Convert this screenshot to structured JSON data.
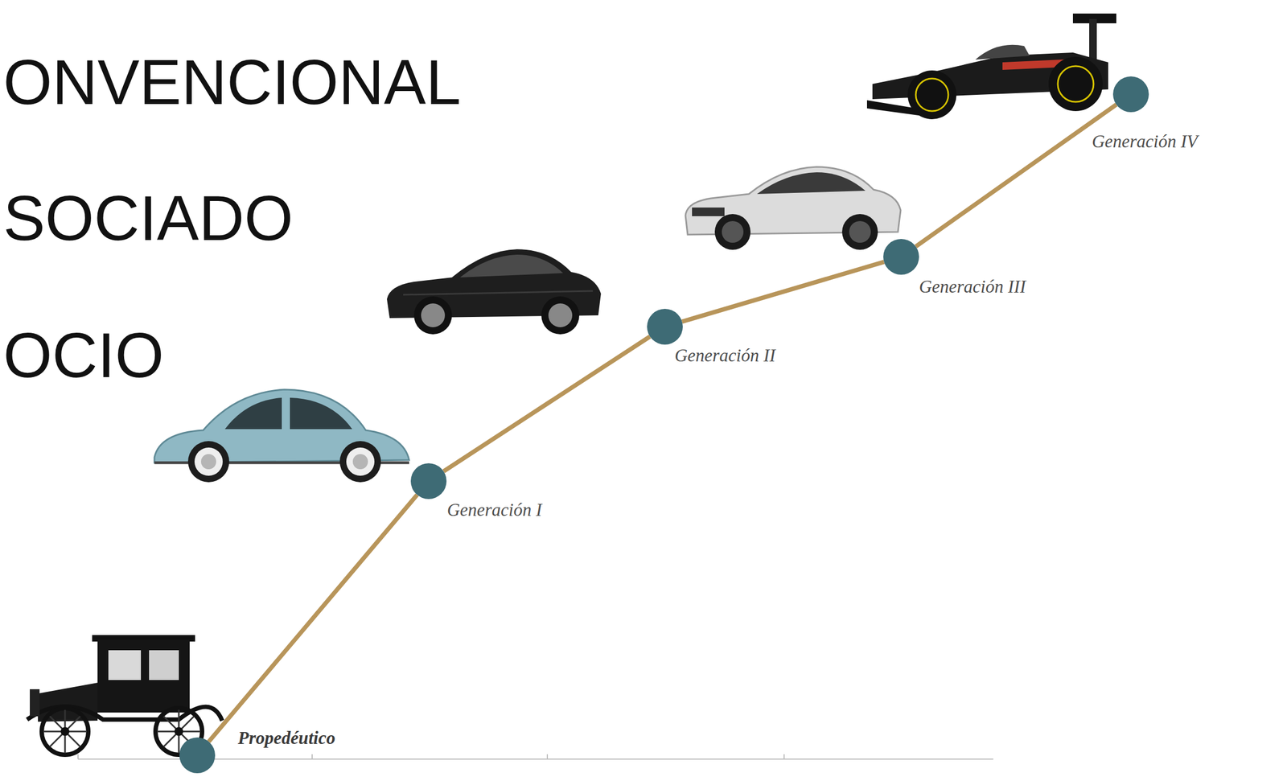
{
  "diagram": {
    "nodes": [
      {
        "text": [
          "Propedéutico"
        ]
      },
      {
        "text": [
          "Generación I"
        ]
      },
      {
        "text": [
          "Generación II"
        ]
      },
      {
        "text": [
          "Generación III"
        ]
      },
      {
        "text": [
          "Generación IV"
        ]
      }
    ],
    "edges": [
      {
        "from": 0,
        "to": 1,
        "arrow": "none"
      },
      {
        "from": 1,
        "to": 2,
        "arrow": "none"
      },
      {
        "from": 2,
        "to": 3,
        "arrow": "none"
      },
      {
        "from": 3,
        "to": 4,
        "arrow": "none"
      }
    ],
    "labels": [
      "ONVENCIONAL",
      "SOCIADO",
      "OCIO"
    ]
  }
}
